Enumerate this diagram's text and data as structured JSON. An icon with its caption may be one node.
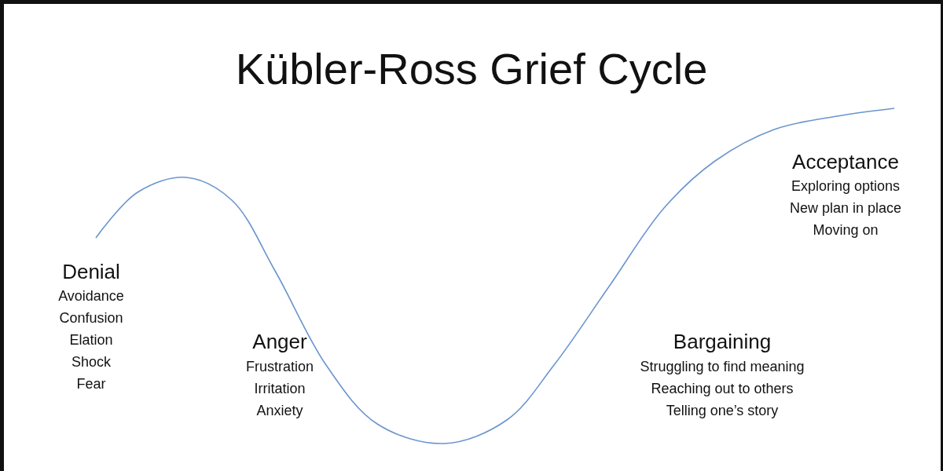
{
  "diagram": {
    "title": "Kübler-Ross Grief Cycle",
    "labels": [
      "Denial",
      "Avoidance",
      "Confusion",
      "Elation",
      "Shock",
      "Fear",
      "Anger",
      "Frustration",
      "Irritation",
      "Anxiety",
      "Bargaining",
      "Struggling to find meaning",
      "Reaching out to others",
      "Telling one’s story",
      "Acceptance",
      "Exploring options",
      "New plan in place",
      "Moving on"
    ]
  }
}
